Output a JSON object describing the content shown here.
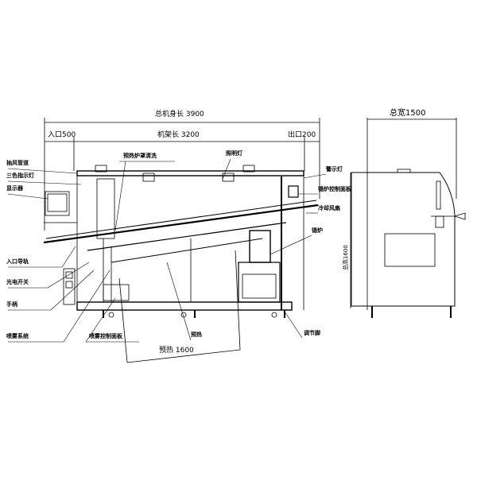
{
  "dimensions": {
    "total_length": "总机身长 3900",
    "inlet": "入口500",
    "frame_length": "机架长 3200",
    "outlet": "出口200",
    "total_width": "总宽1500",
    "total_height": "总高1600",
    "preheat_length": "预热 1600"
  },
  "left_labels": [
    "抽风管道",
    "三色指示灯",
    "显示器",
    "入口导轨",
    "光电开关",
    "手柄",
    "喷雾系统"
  ],
  "top_labels": [
    "预热炉罩清洗",
    "照明灯"
  ],
  "right_labels": [
    "警示灯",
    "锡炉控制面板",
    "冷却风扇",
    "锡炉"
  ],
  "bottom_labels": [
    "喷雾控制面板",
    "预热",
    "调节脚"
  ],
  "colors": {
    "line": "#000000",
    "background": "#ffffff"
  }
}
